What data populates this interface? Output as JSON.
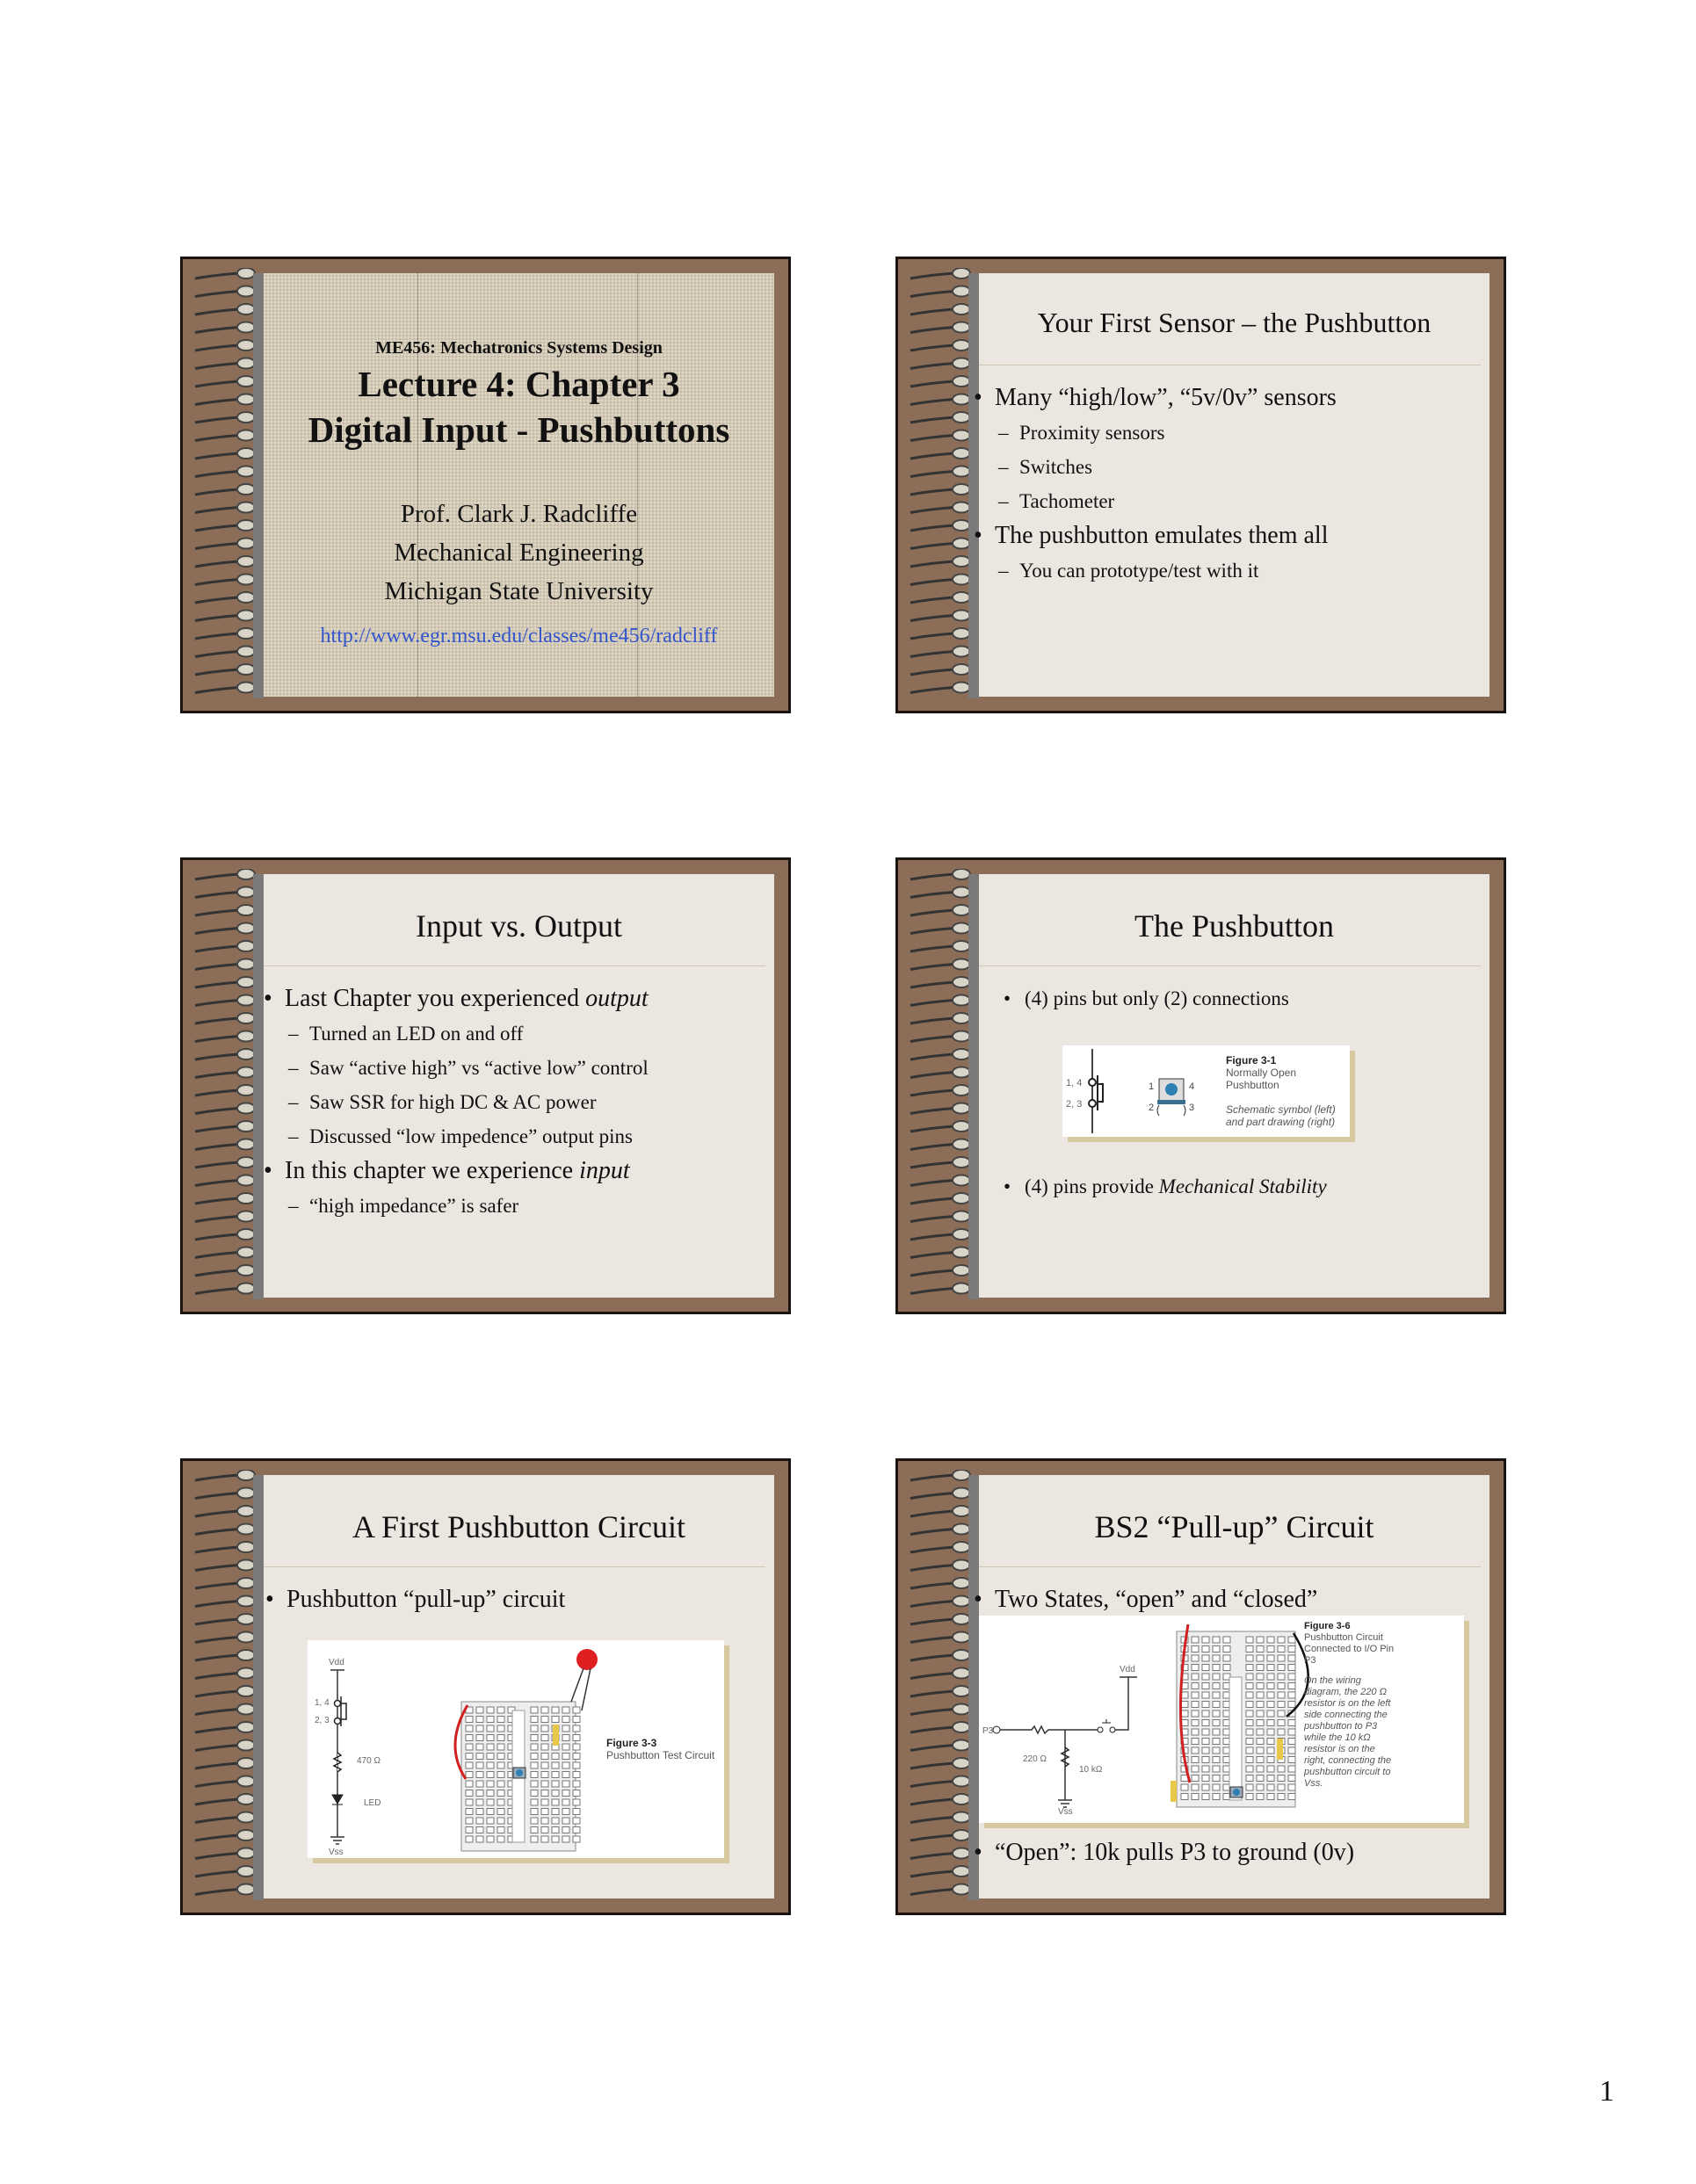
{
  "slides": [
    {
      "course": "ME456: Mechatronics Systems Design",
      "title1": "Lecture 4: Chapter 3",
      "title2": "Digital Input - Pushbuttons",
      "author": "Prof. Clark J. Radcliffe",
      "dept": "Mechanical Engineering",
      "univ": "Michigan State University",
      "url": "http://www.egr.msu.edu/classes/me456/radcliff",
      "link_color": "#3355cc"
    },
    {
      "title": "Your First Sensor – the Pushbutton",
      "b1": "Many “high/low”, “5v/0v” sensors",
      "s1": [
        "Proximity sensors",
        "Switches",
        "Tachometer"
      ],
      "b2": "The pushbutton emulates them all",
      "s2": [
        "You can prototype/test with it"
      ]
    },
    {
      "title": "Input vs. Output",
      "b1": "Last Chapter you experienced ",
      "b1_em": "output",
      "s1": [
        "Turned an LED on and off",
        "Saw “active high” vs “active low” control",
        "Saw SSR for high DC & AC power",
        "Discussed “low impedence” output pins"
      ],
      "b2": "In this chapter we experience ",
      "b2_em": "input",
      "s2": [
        "“high impedance” is safer"
      ]
    },
    {
      "title": "The Pushbutton",
      "b1": "(4) pins but only (2) connections",
      "fig": {
        "name": "Figure 3-1",
        "l1": "Normally Open",
        "l2": "Pushbutton",
        "i1": "Schematic symbol (left)",
        "i2": "and part drawing (right)",
        "pin14": "1, 4",
        "pin23": "2, 3",
        "p1": "1",
        "p2": "2",
        "p3": "3",
        "p4": "4"
      },
      "b2": "(4) pins provide ",
      "b2_em": "Mechanical Stability"
    },
    {
      "title": "A First Pushbutton Circuit",
      "b1": "Pushbutton “pull-up” circuit",
      "fig": {
        "name": "Figure 3-3",
        "l1": "Pushbutton Test Circuit",
        "vdd": "Vdd",
        "vss": "Vss",
        "r": "470 Ω",
        "led": "LED",
        "pin14": "1, 4",
        "pin23": "2, 3"
      }
    },
    {
      "title": "BS2 “Pull-up” Circuit",
      "b1": "Two States, “open” and “closed”",
      "fig": {
        "name": "Figure 3-6",
        "l1": "Pushbutton Circuit",
        "l2": "Connected to I/O Pin",
        "l3": "P3",
        "d": [
          "On the wiring",
          "diagram, the 220 Ω",
          "resistor is on the left",
          "side connecting the",
          "pushbutton to P3",
          "while the 10 kΩ",
          "resistor is on the",
          "right, connecting the",
          "pushbutton circuit to",
          "Vss."
        ],
        "p3": "P3",
        "r1": "220 Ω",
        "r2": "10 kΩ",
        "vdd": "Vdd",
        "vss": "Vss"
      },
      "b2": "“Open”: 10k pulls P3 to ground (0v)"
    }
  ],
  "page_number": "1",
  "colors": {
    "frame": "#8c6d58",
    "panel": "#ebe6e0",
    "title_panel": "#d8cdb7"
  }
}
